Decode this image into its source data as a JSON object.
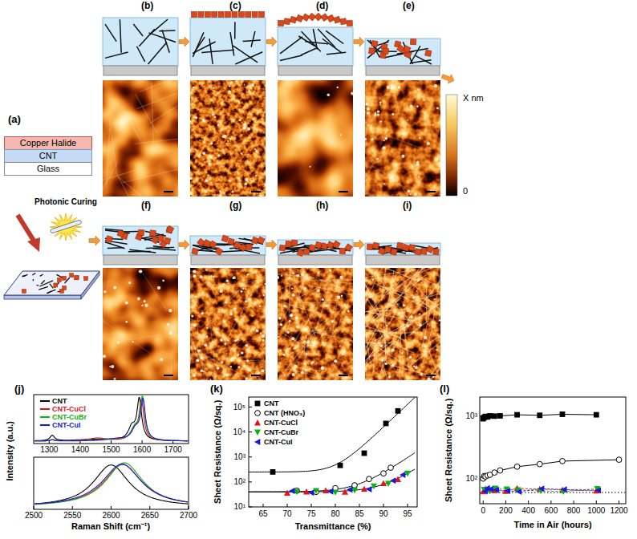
{
  "diagram": {
    "nodes": [
      {
        "text": [
          "Copper Halide"
        ]
      },
      {
        "text": [
          "CNT"
        ]
      },
      {
        "text": [
          "Glass"
        ]
      }
    ],
    "labels": [
      "(b)",
      "(c)",
      "(d)",
      "(e)",
      "(a)",
      "Photonic Curing",
      "X nm",
      "0",
      "(f)",
      "(g)",
      "(h)",
      "(i)",
      "(j)",
      "(k)",
      "(l)",
      "1300",
      "1400",
      "1500",
      "1600",
      "1700",
      "2500",
      "2550",
      "2600",
      "2650",
      "2700",
      "Intensity (a.u.)",
      "Raman Shift (cm⁻¹)",
      "65",
      "70",
      "75",
      "80",
      "85",
      "90",
      "95",
      "10¹",
      "10²",
      "10³",
      "10⁴",
      "10⁵",
      "Sheet Resistance (Ω/sq.)",
      "Transmittance (%)",
      "0",
      "200",
      "400",
      "600",
      "800",
      "1000",
      "1200",
      "10²",
      "10³",
      "Sheet Resistance (Ω/sq.)",
      "Time in Air (hours)"
    ],
    "legend": [
      {
        "text": "CNT",
        "color": "#000000"
      },
      {
        "text": "CNT-CuCl",
        "color": "#e8101a"
      },
      {
        "text": "CNT-CuBr",
        "color": "#10b010"
      },
      {
        "text": "CNT-CuI",
        "color": "#1818e0"
      },
      {
        "text": "CNT"
      },
      {
        "text": "CNT (HNO₃)"
      },
      {
        "text": "CNT-CuCl"
      },
      {
        "text": "CNT-CuBr"
      },
      {
        "text": "CNT-CuI"
      }
    ]
  }
}
